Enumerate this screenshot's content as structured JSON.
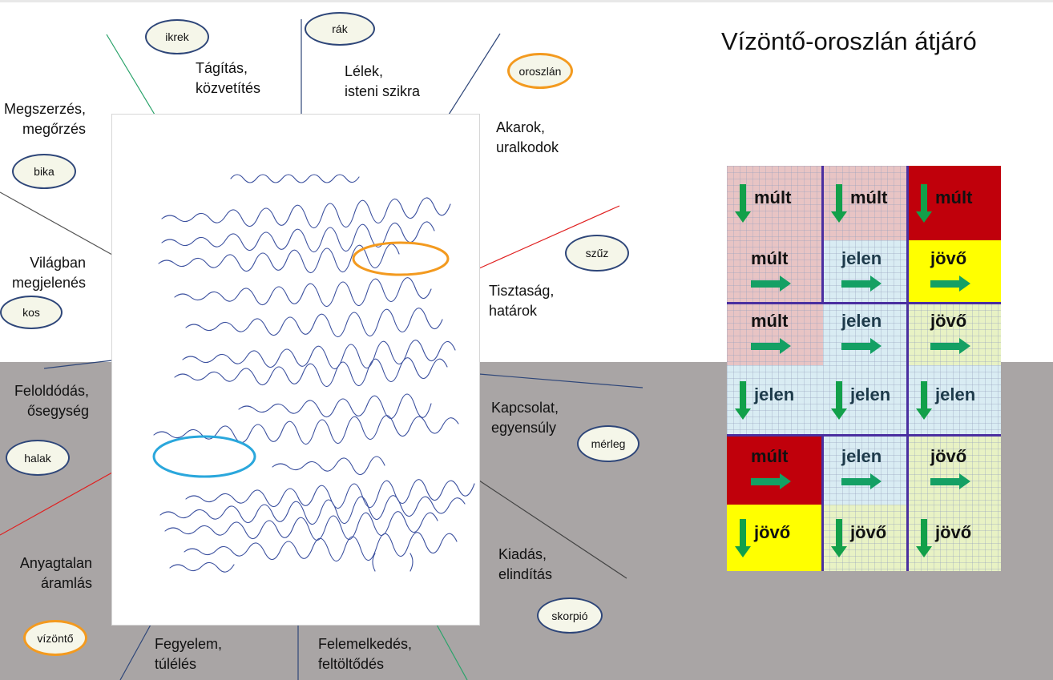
{
  "title": "Vízöntő-oroszlán átjáró",
  "signs": {
    "ikrek": "ikrek",
    "rak": "rák",
    "oroszlan": "oroszlán",
    "bika": "bika",
    "szuz": "szűz",
    "kos": "kos",
    "merleg": "mérleg",
    "halak": "halak",
    "skorpio": "skorpió",
    "vizonto": "vízöntő"
  },
  "themes": {
    "ikrek": [
      "Tágítás,",
      "közvetítés"
    ],
    "rak": [
      "Lélek,",
      "isteni szikra"
    ],
    "oroszlan": [
      "Akarok,",
      "uralkodok"
    ],
    "bika": [
      "Megszerzés,",
      "megőrzés"
    ],
    "szuz": [
      "Tisztaság,",
      "határok"
    ],
    "kos": [
      "Világban",
      "megjelenés"
    ],
    "merleg": [
      "Kapcsolat,",
      "egyensúly"
    ],
    "halak": [
      "Feloldódás,",
      "ősegység"
    ],
    "skorpio": [
      "Kiadás,",
      "elindítás"
    ],
    "vizonto": [
      "Anyagtalan",
      "áramlás"
    ],
    "bak": [
      "Fegyelem,",
      "túlélés"
    ],
    "nyilas": [
      "Felemelkedés,",
      "feltöltődés"
    ]
  },
  "grid": {
    "rows": [
      [
        {
          "word": "múlt",
          "arrow": "down",
          "color": "pink"
        },
        {
          "word": "múlt",
          "arrow": "down",
          "color": "pink"
        },
        {
          "word": "múlt",
          "arrow": "down",
          "color": "red"
        }
      ],
      [
        {
          "word": "múlt",
          "arrow": "right",
          "color": "pink"
        },
        {
          "word": "jelen",
          "arrow": "right",
          "color": "blue"
        },
        {
          "word": "jövő",
          "arrow": "right",
          "color": "yellow"
        }
      ],
      [
        {
          "word": "múlt",
          "arrow": "right",
          "color": "pink"
        },
        {
          "word": "jelen",
          "arrow": "right",
          "color": "blue"
        },
        {
          "word": "jövő",
          "arrow": "right",
          "color": "lime"
        }
      ],
      [
        {
          "word": "jelen",
          "arrow": "down",
          "color": "blue"
        },
        {
          "word": "jelen",
          "arrow": "down",
          "color": "blue"
        },
        {
          "word": "jelen",
          "arrow": "down",
          "color": "blue"
        }
      ],
      [
        {
          "word": "múlt",
          "arrow": "right",
          "color": "red"
        },
        {
          "word": "jelen",
          "arrow": "right",
          "color": "blue"
        },
        {
          "word": "jövő",
          "arrow": "right",
          "color": "lime"
        }
      ],
      [
        {
          "word": "jövő",
          "arrow": "down",
          "color": "yellow"
        },
        {
          "word": "jövő",
          "arrow": "down",
          "color": "lime"
        },
        {
          "word": "jövő",
          "arrow": "down",
          "color": "lime"
        }
      ]
    ]
  },
  "colors": {
    "oval_border": "#2e4679",
    "oval_fire": "#f39a1f",
    "handwriting_orange": "#f39a1f",
    "handwriting_blue": "#2aa7dc",
    "lower_background": "#a9a5a5"
  }
}
